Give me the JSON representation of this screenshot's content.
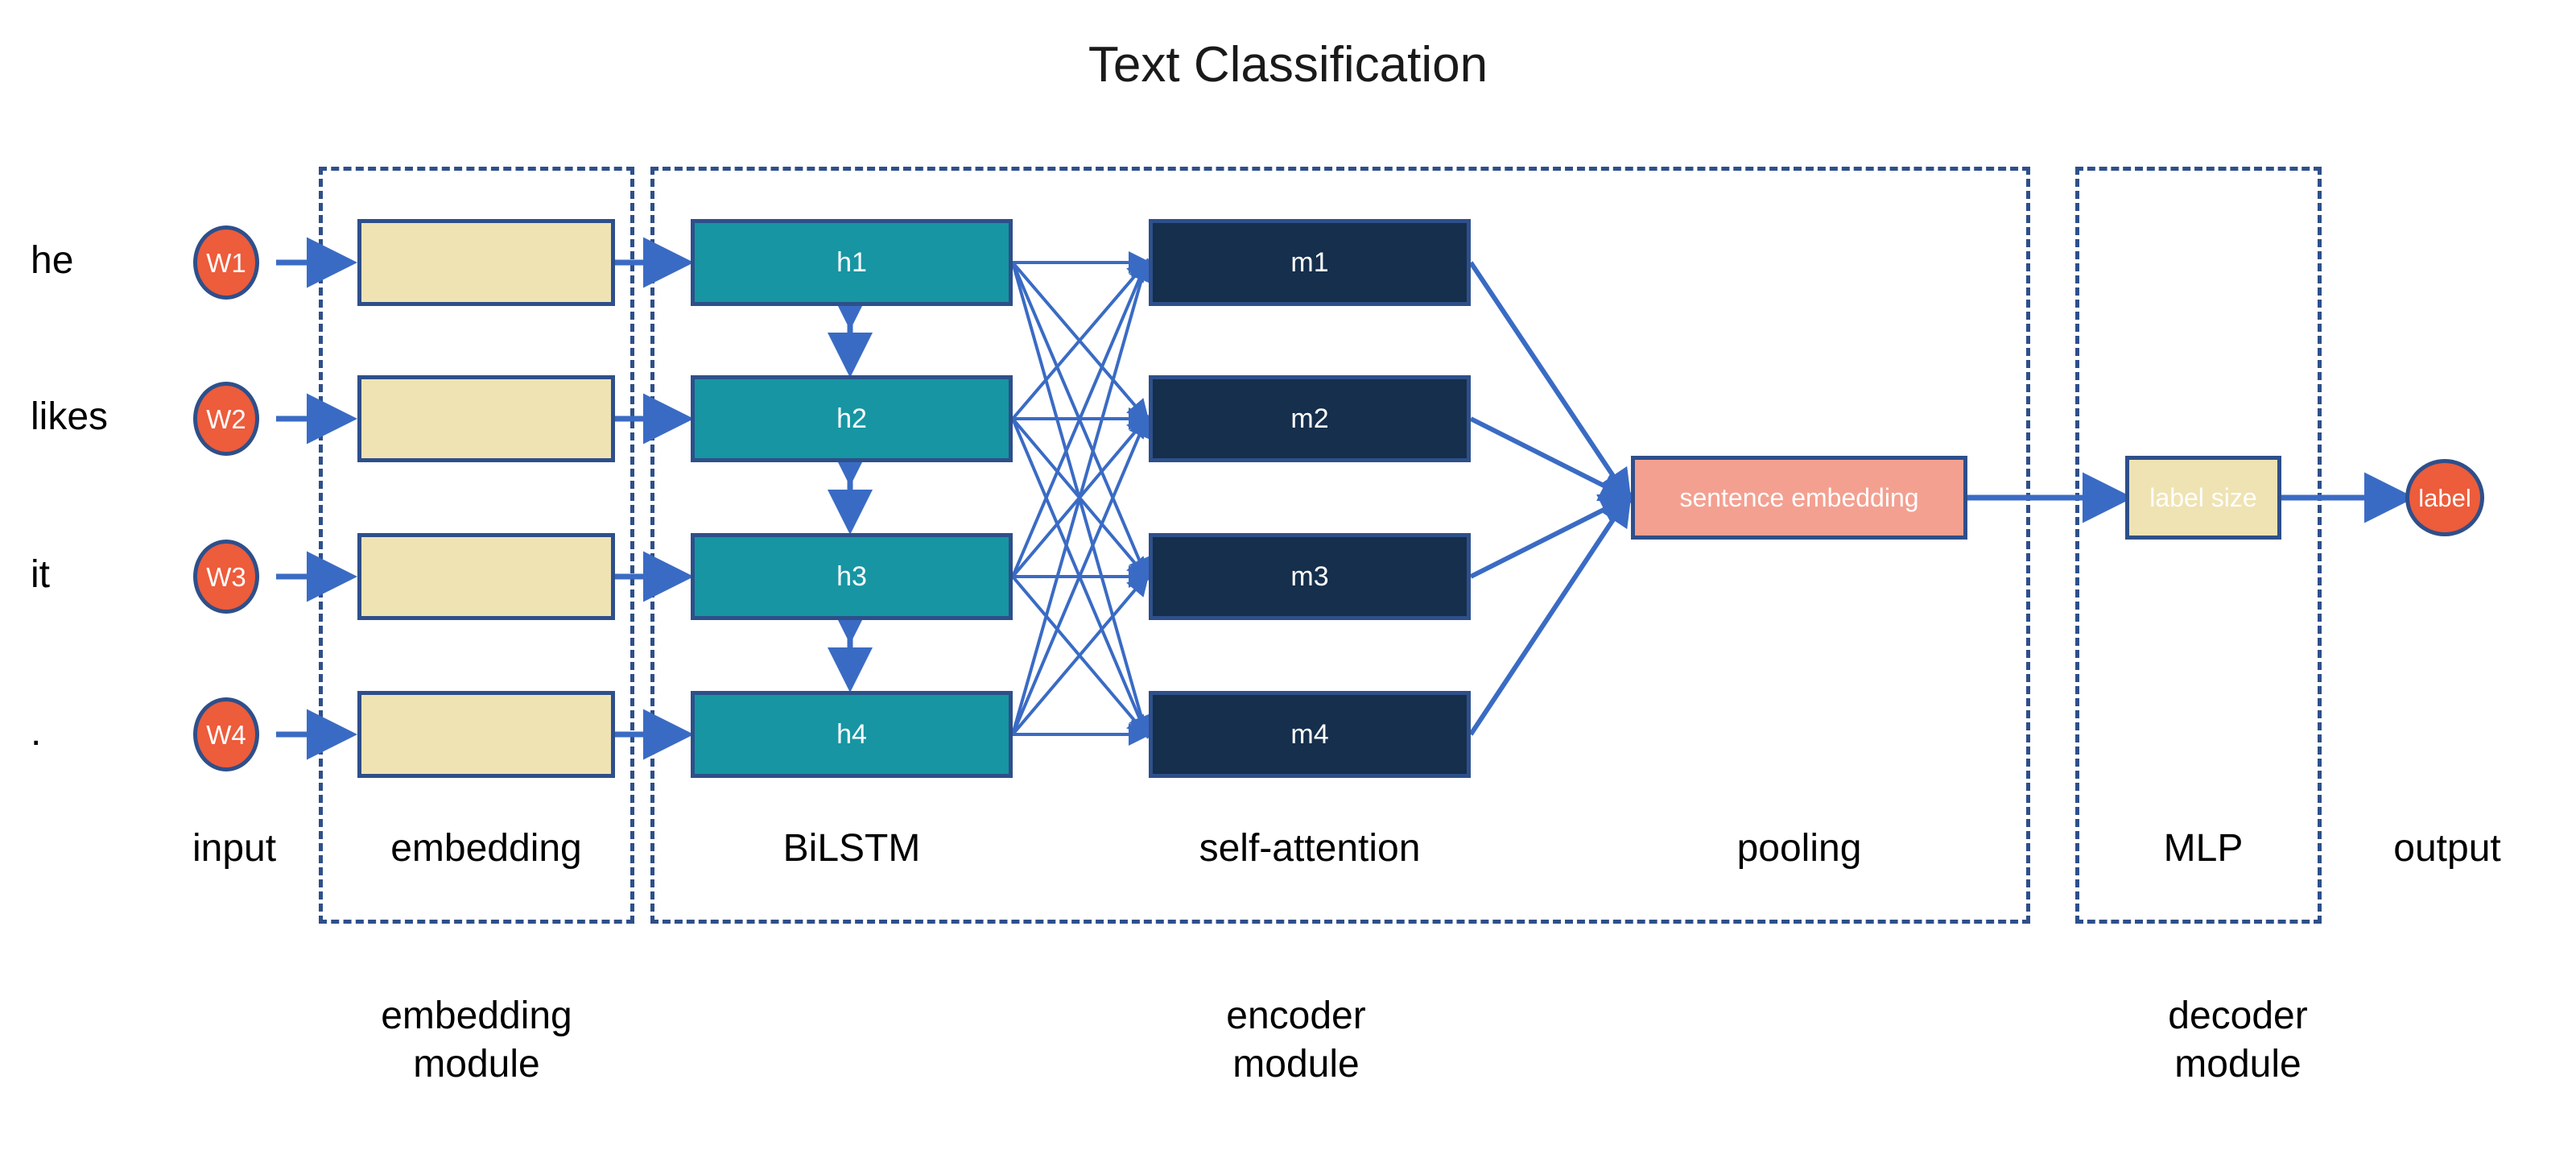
{
  "title": "Text Classification",
  "colors": {
    "dash_border": "#2e4f8a",
    "node_border": "#2e4f8a",
    "wire": "#3A6BC4",
    "token_fill": "#ED5C3B",
    "embedding_fill": "#EFE3B3",
    "bilstm_fill": "#1795A2",
    "attention_fill": "#152F4C",
    "pooling_fill": "#F3A091",
    "mlp_fill": "#EFE3B3",
    "output_fill": "#ED5C3B",
    "background": "#ffffff",
    "text_dark": "#000000",
    "text_light": "#ffffff"
  },
  "input": {
    "words": [
      "he",
      "likes",
      "it",
      "."
    ],
    "tokens": [
      "W1",
      "W2",
      "W3",
      "W4"
    ]
  },
  "embedding": {
    "boxes": [
      "",
      "",
      "",
      ""
    ]
  },
  "bilstm": {
    "boxes": [
      "h1",
      "h2",
      "h3",
      "h4"
    ]
  },
  "self_attention": {
    "boxes": [
      "m1",
      "m2",
      "m3",
      "m4"
    ]
  },
  "pooling": {
    "box": "sentence embedding"
  },
  "mlp": {
    "box": "label size"
  },
  "output": {
    "node": "label"
  },
  "stage_captions": {
    "input": "input",
    "embedding": "embedding",
    "bilstm": "BiLSTM",
    "self_attention": "self-attention",
    "pooling": "pooling",
    "mlp": "MLP",
    "output": "output"
  },
  "module_captions": {
    "embedding": "embedding\nmodule",
    "encoder": "encoder\nmodule",
    "decoder": "decoder\nmodule"
  }
}
